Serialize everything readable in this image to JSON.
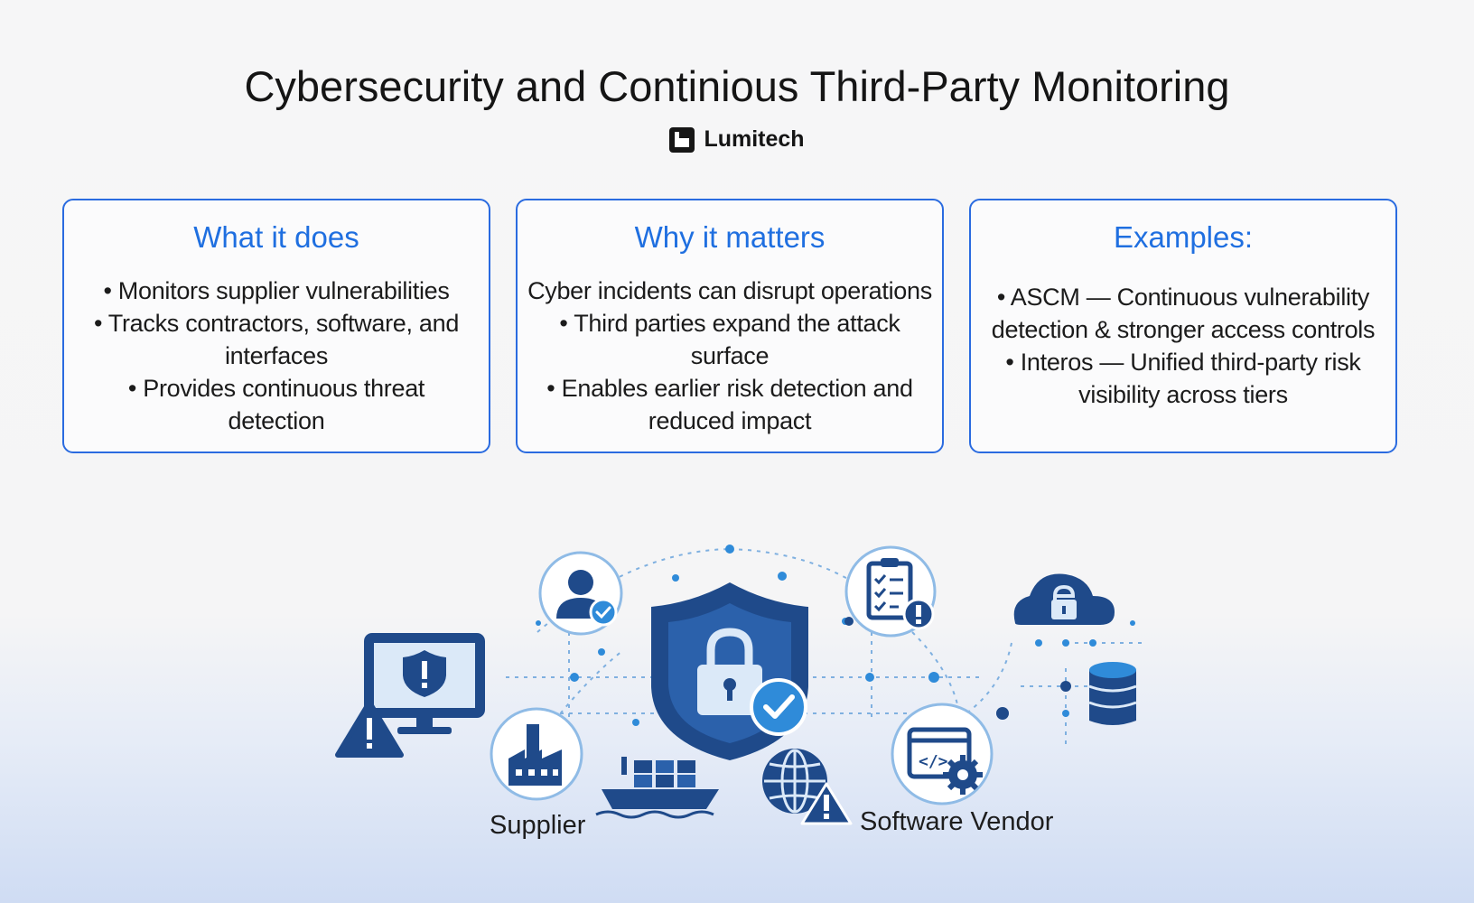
{
  "header": {
    "title": "Cybersecurity and Continious Third-Party Monitoring",
    "brand": "Lumitech"
  },
  "cards": [
    {
      "heading": "What it does",
      "lines": [
        "• Monitors supplier vulnerabilities",
        "• Tracks contractors, software, and",
        "interfaces",
        "• Provides continuous threat",
        "detection"
      ]
    },
    {
      "heading": "Why it matters",
      "lines": [
        "Cyber incidents can disrupt operations",
        "• Third parties expand the attack",
        "surface",
        "• Enables earlier risk detection and",
        "reduced impact"
      ]
    },
    {
      "heading": "Examples:",
      "lines": [
        "• ASCM — Continuous vulnerability",
        "detection & stronger access controls",
        "• Interos — Unified third-party risk",
        "visibility across tiers"
      ]
    }
  ],
  "illustration": {
    "labels": {
      "supplier": "Supplier",
      "software_vendor": "Software Vendor"
    },
    "icons": [
      "shield-lock-icon",
      "monitor-shield-icon",
      "warning-icon",
      "user-check-icon",
      "factory-icon",
      "cargo-ship-icon",
      "globe-icon",
      "checklist-icon",
      "code-gear-icon",
      "cloud-lock-icon",
      "database-icon"
    ],
    "colors": {
      "primary": "#1f4a8a",
      "accent": "#2f8bd9",
      "light": "#cfe2f6"
    }
  },
  "colors": {
    "accent": "#1f6fe0",
    "card_border": "#2a6be0"
  }
}
